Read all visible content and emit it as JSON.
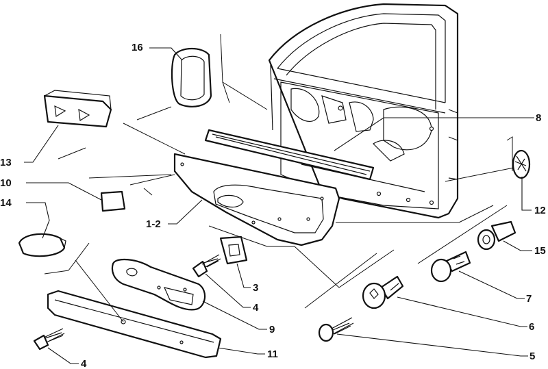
{
  "diagram": {
    "type": "exploded-parts-view",
    "subject": "front door trim panel assembly",
    "callouts": {
      "c16": "16",
      "c13": "13",
      "c10": "10",
      "c14": "14",
      "c1_2": "1-2",
      "c8": "8",
      "c12": "12",
      "c15": "15",
      "c7": "7",
      "c6": "6",
      "c5": "5",
      "c3": "3",
      "c4a": "4",
      "c4b": "4",
      "c9": "9",
      "c11": "11"
    }
  }
}
